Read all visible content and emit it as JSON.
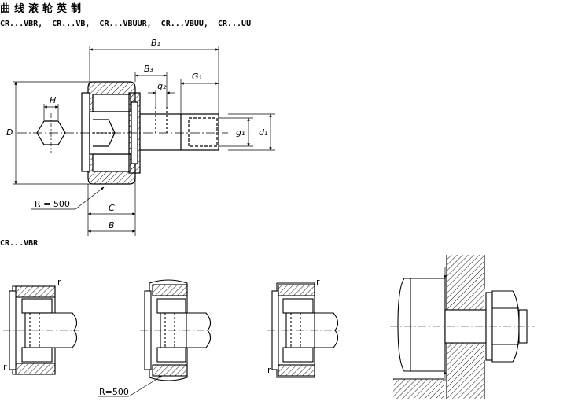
{
  "title": "曲线滚轮英制",
  "series": "CR...VBR,  CR...VB,  CR...VBUUR,  CR...VBUU,  CR...UU",
  "subtitle": "CR...VBR",
  "dims": {
    "B1": "B₁",
    "B3": "B₃",
    "G1": "G₁",
    "H": "H",
    "g2": "g₂",
    "D": "D",
    "g1": "g₁",
    "d1": "d₁",
    "C": "C",
    "B": "B",
    "R500": "R = 500",
    "r": "r",
    "R500b": "R=500"
  }
}
